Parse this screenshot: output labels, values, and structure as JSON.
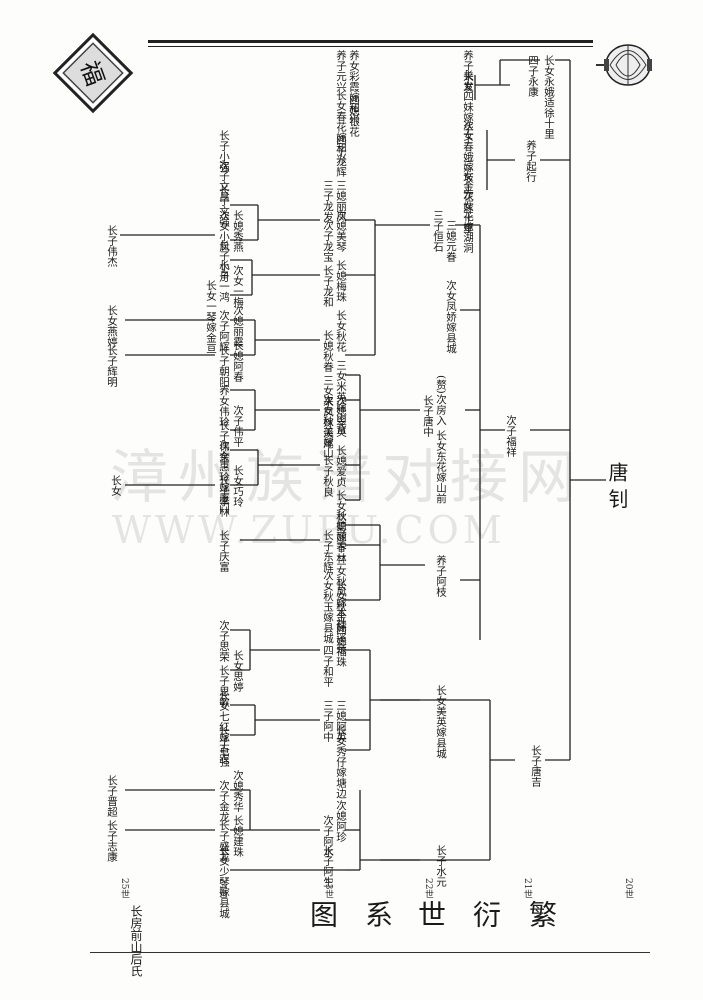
{
  "watermark": {
    "cn": "漳州族谱对接网",
    "en": "WWW.ZUPU.COM"
  },
  "title": {
    "chars": [
      "繁",
      "衍",
      "世",
      "系",
      "图"
    ],
    "subtitle": "长房前山后氏"
  },
  "generations": [
    "20世",
    "21世",
    "22世",
    "23世",
    "24世",
    "25世"
  ],
  "root": "唐 钊",
  "emblem_text": "福",
  "entries": [
    {
      "t": "长女永娥适徐十里"
    },
    {
      "t": "四子永康"
    },
    {
      "t": "长女四妹嫁华下"
    },
    {
      "t": "养子来发"
    },
    {
      "t": "养子元兴"
    },
    {
      "t": "养女彩霞嫁和兴"
    },
    {
      "t": "长女春花嫁和兴"
    },
    {
      "t": "四媳银花"
    },
    {
      "t": "次女春娥嫁坂上"
    },
    {
      "t": "四子龙辉"
    },
    {
      "t": "长子小强"
    },
    {
      "t": "养子起行"
    },
    {
      "t": "三女金花嫁十里"
    },
    {
      "t": "三媳丽凤"
    },
    {
      "t": "次子文昌"
    },
    {
      "t": "三子龙发"
    },
    {
      "t": "长子文强"
    },
    {
      "t": "次女花嫁湖洞"
    },
    {
      "t": "三子恒石"
    },
    {
      "t": "次女小凤"
    },
    {
      "t": "长媳秀燕"
    },
    {
      "t": "次媳美琴"
    },
    {
      "t": "次子龙宝"
    },
    {
      "t": "三媳元眷"
    },
    {
      "t": "长子伟杰"
    },
    {
      "t": "长子小月"
    },
    {
      "t": "长子一鸿"
    },
    {
      "t": "长媳梅珠"
    },
    {
      "t": "次女一梅"
    },
    {
      "t": "长子龙和"
    },
    {
      "t": "长女一琴嫁金亘"
    },
    {
      "t": "次女凤娇嫁县城"
    },
    {
      "t": "次媳丽霞"
    },
    {
      "t": "长女燕婷"
    },
    {
      "t": "次子阿辉"
    },
    {
      "t": "长女秋花"
    },
    {
      "t": "长媳阿春"
    },
    {
      "t": "长子辉明"
    },
    {
      "t": "长媳秋眷"
    },
    {
      "t": "长子朝阳"
    },
    {
      "t": "三女米英嫁山背"
    },
    {
      "t": "三女来凤嫁溪尾"
    },
    {
      "t": "次女秋美嫁山"
    },
    {
      "t": "次媳翠英"
    },
    {
      "t": "(赘)次房入"
    },
    {
      "t": "养女伟玲"
    },
    {
      "t": "次子伟平"
    },
    {
      "t": "长子唐中"
    },
    {
      "t": "长子伟金"
    },
    {
      "t": "次子福祥"
    },
    {
      "t": "长女东花嫁山前"
    },
    {
      "t": "次女惠玲嫁厦门"
    },
    {
      "t": "长媳爱贞"
    },
    {
      "t": "长女巧玲"
    },
    {
      "t": "长子秋良"
    },
    {
      "t": "长女"
    },
    {
      "t": "长子李林"
    },
    {
      "t": "长女秋菊嫁下林"
    },
    {
      "t": "长媳丽春"
    },
    {
      "t": "长子庆富"
    },
    {
      "t": "长子东辉"
    },
    {
      "t": "三女秋凤嫁本社"
    },
    {
      "t": "养子阿枝"
    },
    {
      "t": "次女秋玉嫁县城"
    },
    {
      "t": "长女秋金嫁溪亲"
    },
    {
      "t": "次子思荣"
    },
    {
      "t": "四媳福珠"
    },
    {
      "t": "长女思婷"
    },
    {
      "t": "四子和平"
    },
    {
      "t": "长子思敏"
    },
    {
      "t": "长女美英嫁县城"
    },
    {
      "t": "长女七红嫁古农"
    },
    {
      "t": "三媳阿英"
    },
    {
      "t": "三子阿中"
    },
    {
      "t": "长子七强"
    },
    {
      "t": "长女秀仔嫁塘边"
    },
    {
      "t": "长子唐吉"
    },
    {
      "t": "次媳秀华"
    },
    {
      "t": "长子晋超"
    },
    {
      "t": "次子金龙"
    },
    {
      "t": "次媳阿珍"
    },
    {
      "t": "长媳建珠"
    },
    {
      "t": "次子阿水"
    },
    {
      "t": "长子盛龙"
    },
    {
      "t": "长子志康"
    },
    {
      "t": "长女少琴嫁县城"
    },
    {
      "t": "长子阿生"
    },
    {
      "t": "长子水元"
    }
  ]
}
